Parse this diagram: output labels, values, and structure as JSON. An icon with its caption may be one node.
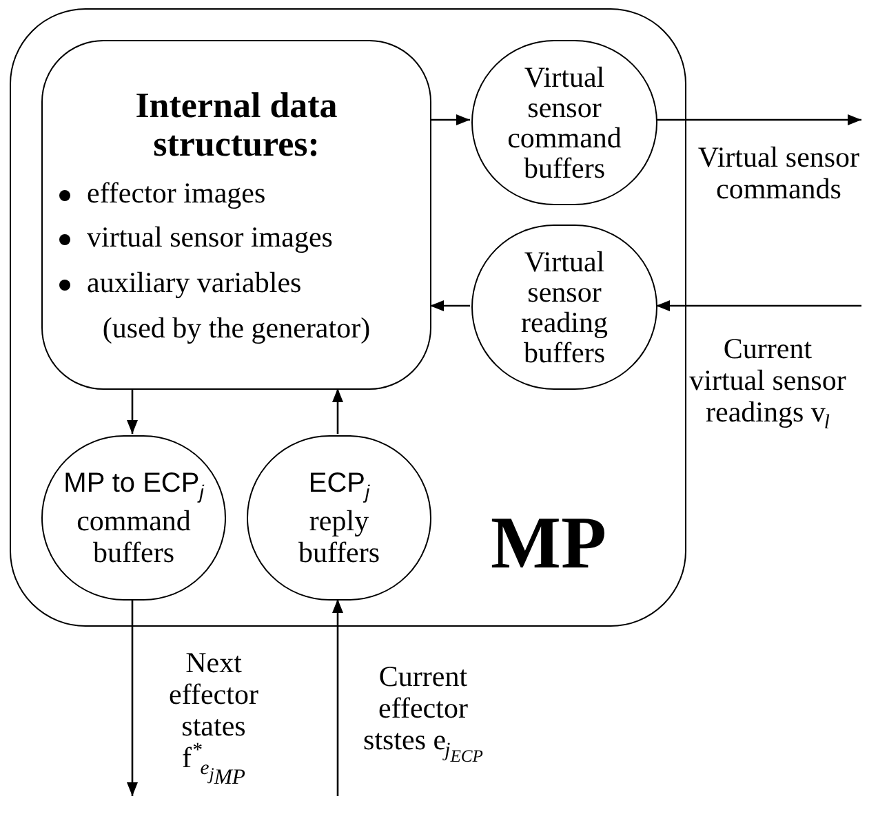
{
  "diagram": {
    "nodes": [
      {
        "text": [
          "MP"
        ]
      },
      {
        "text": [
          "Internal data structures:",
          "effector images",
          "virtual sensor images",
          "auxiliary variables",
          "(used by the generator)"
        ],
        "in": 0
      },
      {
        "text": [
          "Virtual sensor command buffers"
        ],
        "in": 0
      },
      {
        "text": [
          "Virtual sensor reading buffers"
        ],
        "in": 0
      },
      {
        "text": [
          "MP to ECP$_{j}$",
          "command buffers"
        ],
        "in": 0
      },
      {
        "text": [
          "ECP$_{j}$",
          "reply buffers"
        ],
        "in": 0
      }
    ],
    "edges": [
      {
        "from": 1,
        "to": 2,
        "arrow": "to"
      },
      {
        "from": 2,
        "to": null,
        "arrow": "to",
        "label": "Virtual sensor commands"
      },
      {
        "from": null,
        "to": 3,
        "arrow": "to",
        "label": "Current virtual sensor readings v$_{l}$"
      },
      {
        "from": 3,
        "to": 1,
        "arrow": "to"
      },
      {
        "from": 1,
        "to": 4,
        "arrow": "to"
      },
      {
        "from": 5,
        "to": 1,
        "arrow": "to"
      },
      {
        "from": 4,
        "to": null,
        "arrow": "to",
        "label": "Next effector states f$^{*}$$_{e}$$_{j}$$_{MP}$"
      },
      {
        "from": null,
        "to": 5,
        "arrow": "to",
        "label": "Current effector ststes e$_{j}$$_{ECP}$"
      }
    ]
  }
}
